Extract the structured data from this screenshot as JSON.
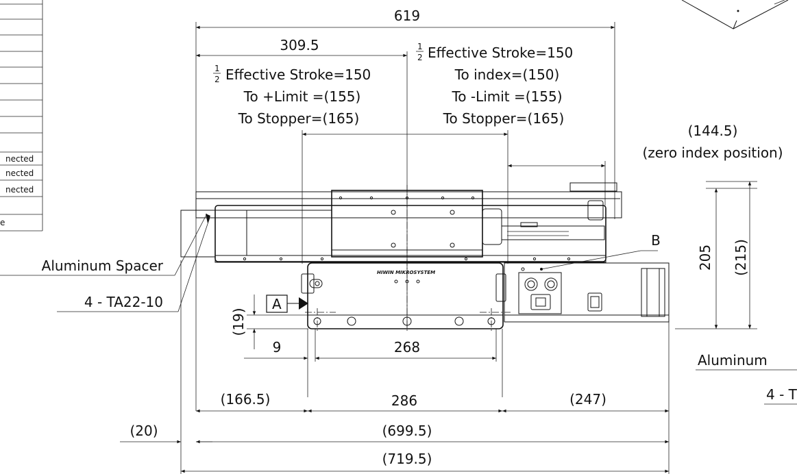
{
  "dimensions": {
    "overall_619": "619",
    "half_309_5": "309.5",
    "index_144_5": "(144.5)",
    "index_caption": "(zero index position)",
    "height_205": "205",
    "height_215": "(215)",
    "offset_19": "(19)",
    "offset_9": "9",
    "hole_268": "268",
    "left_166_5": "(166.5)",
    "mid_286": "286",
    "right_247": "(247)",
    "total_699_5": "(699.5)",
    "total_719_5": "(719.5)",
    "edge_20": "(20)"
  },
  "left_notes": {
    "fraction_num": "1",
    "fraction_den": "2",
    "line1": "Effective Stroke=150",
    "line2": "To +Limit =(155)",
    "line3": "To Stopper=(165)"
  },
  "right_notes": {
    "fraction_num": "1",
    "fraction_den": "2",
    "line1": "Effective Stroke=150",
    "line2": "To index=(150)",
    "line3": "To -Limit =(155)",
    "line4": "To Stopper=(165)"
  },
  "callouts": {
    "spacer": "Aluminum Spacer",
    "screws": "4 - TA22-10",
    "datum_a": "A",
    "label_b": "B",
    "spacer_right": "Aluminum",
    "screws_right": "4 - T"
  },
  "brand": "HIWIN MIKROSYSTEM",
  "table_fragment": [
    "nected",
    "nected",
    "nected",
    "e"
  ]
}
